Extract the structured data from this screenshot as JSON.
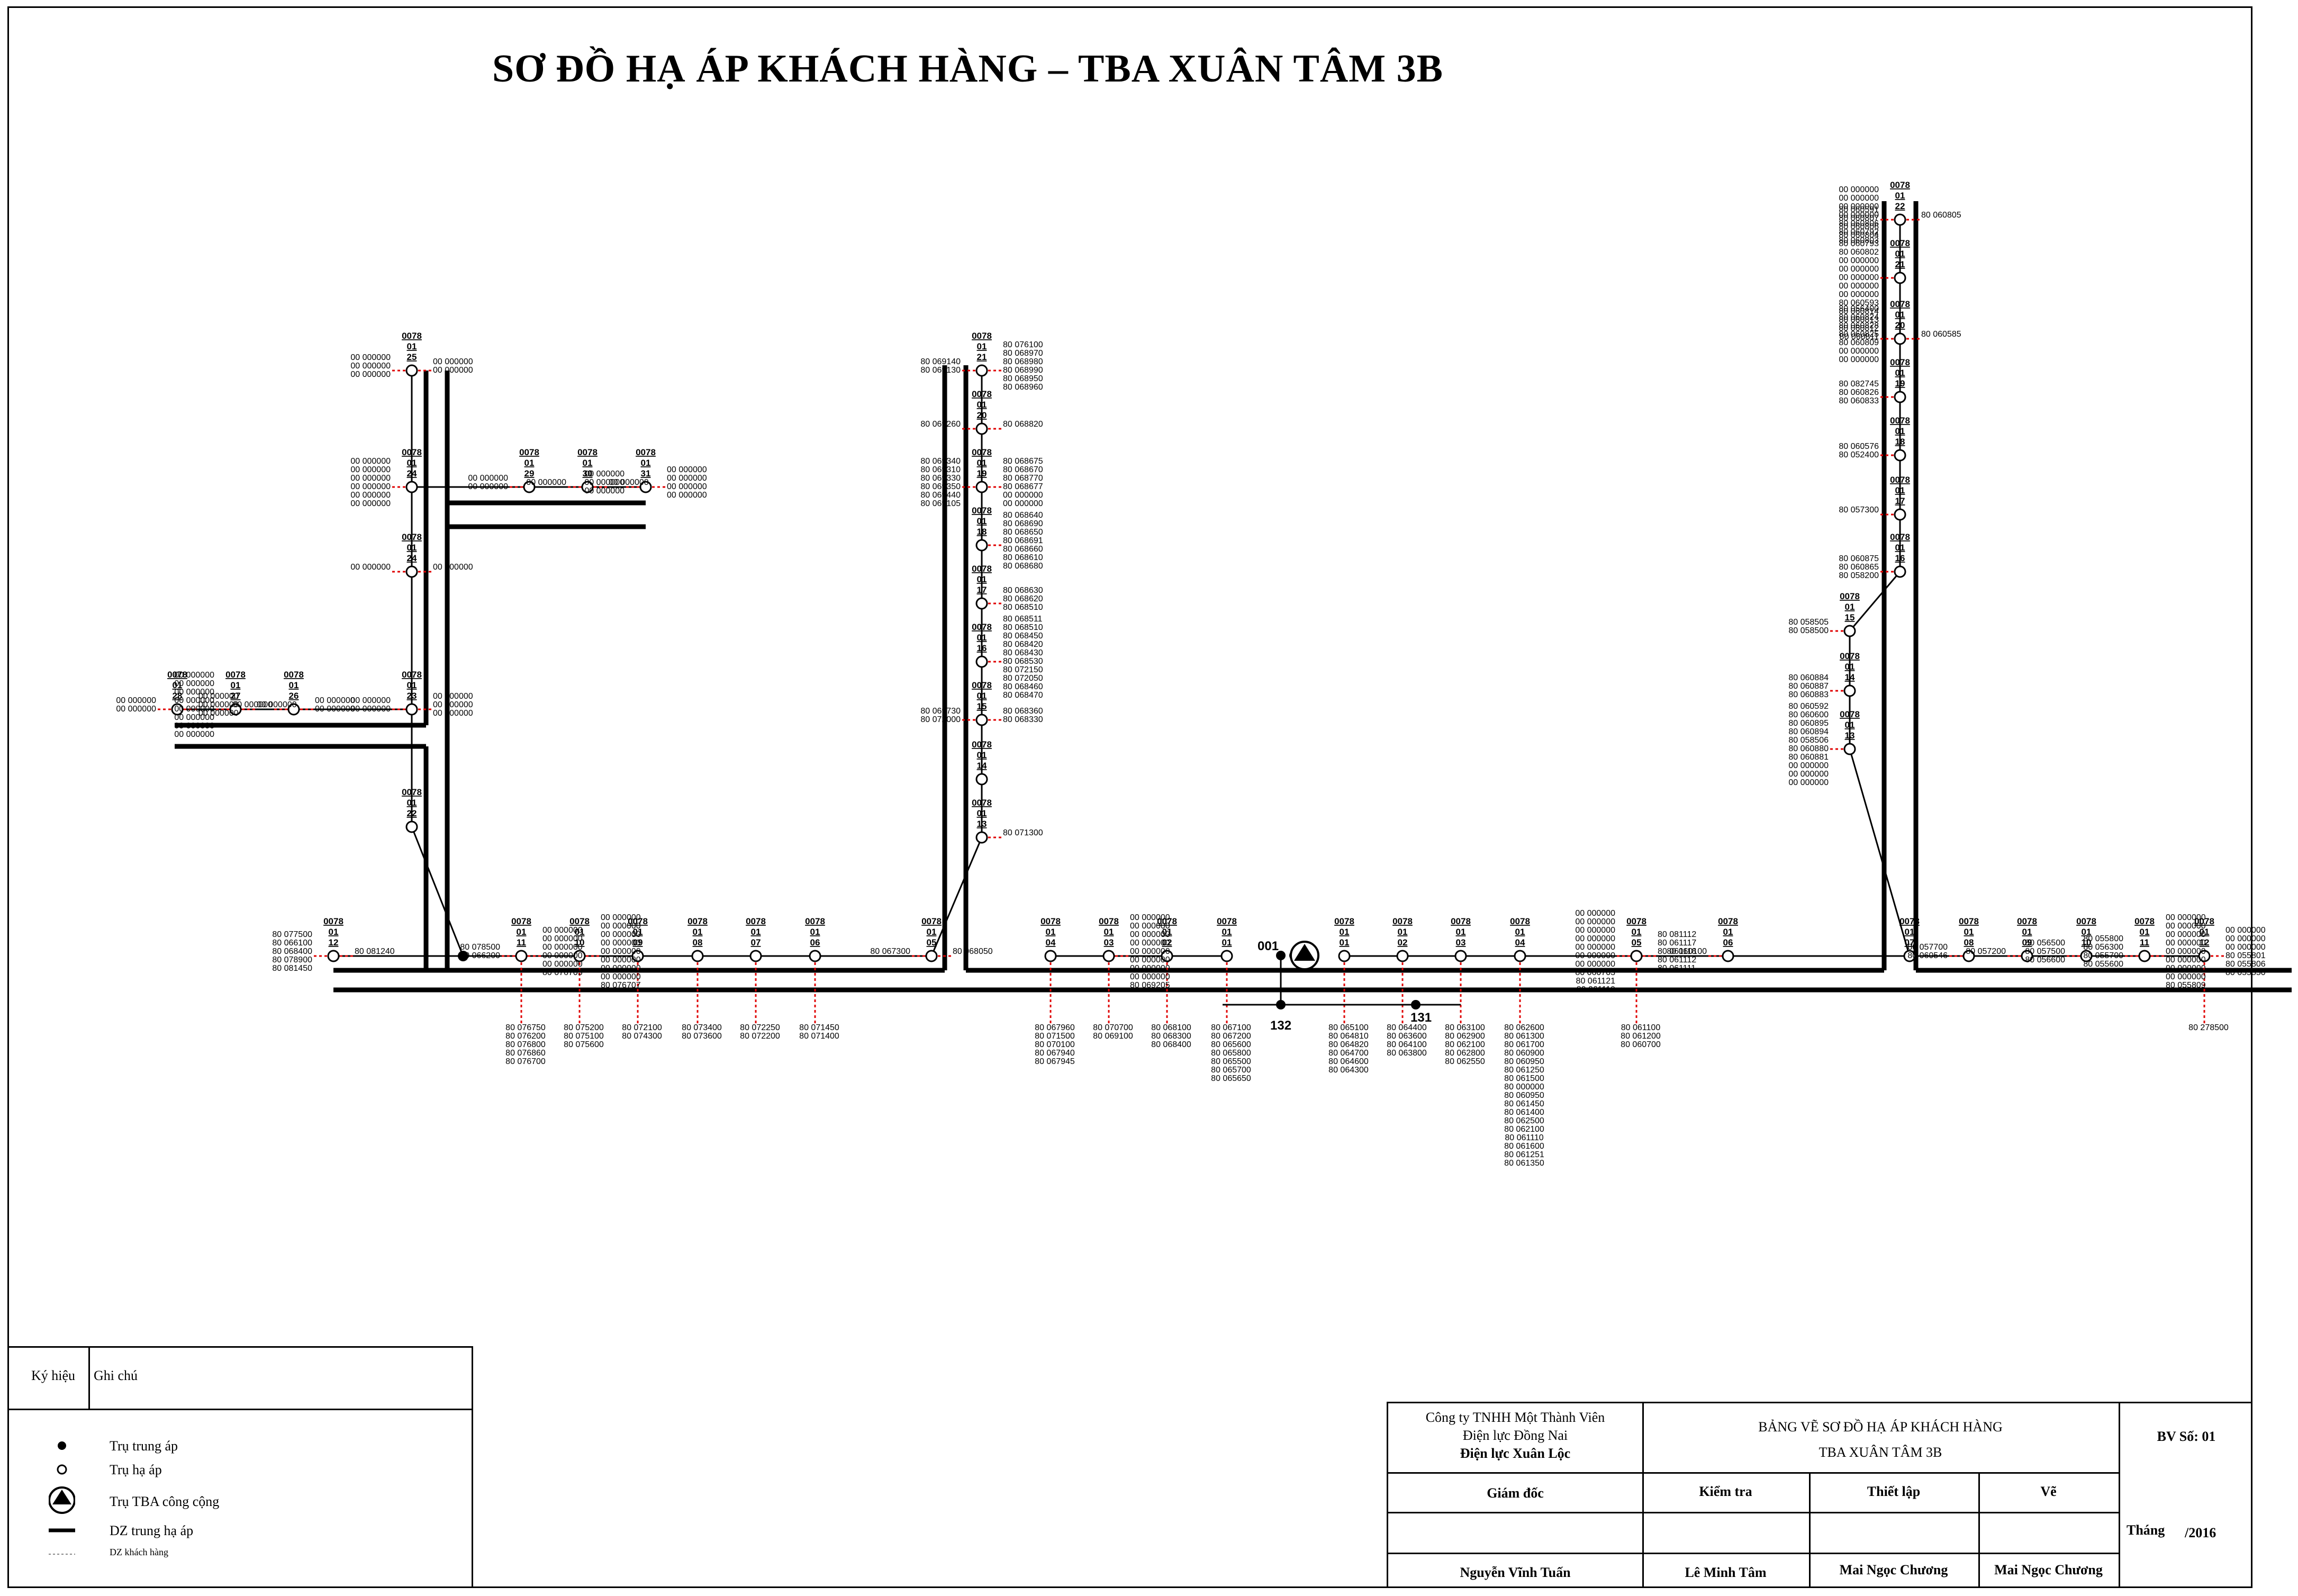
{
  "title": "SƠ ĐỒ HẠ ÁP KHÁCH HÀNG – TBA XUÂN TÂM 3B",
  "transformer_label": "001",
  "mv_poles": [
    "132",
    "131"
  ],
  "legend": {
    "col1": "Ký hiệu",
    "col2": "Ghi chú",
    "items": [
      {
        "symbol": "filled-dot-icon",
        "label": "Trụ trung áp"
      },
      {
        "symbol": "open-circle-icon",
        "label": "Trụ hạ áp"
      },
      {
        "symbol": "transformer-icon",
        "label": "Trụ TBA công cộng"
      },
      {
        "symbol": "thick-line-icon",
        "label": "DZ trung hạ áp"
      },
      {
        "symbol": "dashed-line-icon",
        "label": "DZ khách hàng"
      }
    ]
  },
  "title_block": {
    "company1": "Công ty TNHH Một Thành Viên",
    "company2": "Điện lực Đồng Nai",
    "company3": "Điện lực Xuân Lộc",
    "drawing1": "BẢNG VẼ SƠ ĐỒ HẠ ÁP KHÁCH HÀNG",
    "drawing2": "TBA XUÂN TÂM 3B",
    "sheet": "BV Số: 01",
    "role_director": "Giám đốc",
    "role_check": "Kiểm tra",
    "role_setup": "Thiết lập",
    "role_draw": "Vẽ",
    "name_director": "Nguyễn Vĩnh Tuấn",
    "name_check": "Lê Minh Tâm",
    "name_setup": "Mai Ngọc Chương",
    "name_draw": "Mai Ngọc Chương",
    "date_label": "Tháng",
    "date_value": "/2016"
  },
  "poles": [
    {
      "id": "L25",
      "code": [
        "0078",
        "01",
        "25"
      ],
      "left": [
        "00 000000",
        "00 000000",
        "00 000000"
      ],
      "right": [
        "00 000000",
        "00 000000"
      ]
    },
    {
      "id": "L24a",
      "code": [
        "0078",
        "01",
        "24"
      ],
      "left": [
        "00 000000",
        "00 000000",
        "00 000000",
        "00 000000",
        "00 000000",
        "00 000000"
      ],
      "right": []
    },
    {
      "id": "L29",
      "code": [
        "0078",
        "01",
        "29"
      ],
      "left": [
        "00 000000",
        "00 000000"
      ],
      "right": []
    },
    {
      "id": "L30",
      "code": [
        "0078",
        "01",
        "30"
      ],
      "left": [
        "00 000000"
      ],
      "right": [
        "00 000000"
      ]
    },
    {
      "id": "L31",
      "code": [
        "0078",
        "01",
        "31"
      ],
      "left": [
        "00 000000",
        "00 000000",
        "00 000000"
      ],
      "right": [
        "00 000000",
        "00 000000",
        "00 000000",
        "00 000000"
      ]
    },
    {
      "id": "L24b",
      "code": [
        "0078",
        "01",
        "24"
      ],
      "left": [
        "00 000000"
      ],
      "right": [
        "00 000000"
      ]
    },
    {
      "id": "L28",
      "code": [
        "0078",
        "01",
        "28"
      ],
      "left": [
        "00 000000",
        "00 000000"
      ],
      "right": [
        "00 000000",
        "00 000000",
        "00 000000"
      ]
    },
    {
      "id": "L27",
      "code": [
        "0078",
        "01",
        "27"
      ],
      "left": [
        "00 000000",
        "00 000000",
        "00 000000",
        "00 000000",
        "00 000000",
        "00 000000",
        "00 000000",
        "00 000000"
      ],
      "right": [
        "00 000000"
      ]
    },
    {
      "id": "L26",
      "code": [
        "0078",
        "01",
        "26"
      ],
      "left": [
        "00 000000"
      ],
      "right": [
        "00 000000",
        "00 000000"
      ]
    },
    {
      "id": "L23",
      "code": [
        "0078",
        "01",
        "23"
      ],
      "left": [
        "00 000000",
        "00 000000"
      ],
      "right": [
        "00 000000",
        "00 000000",
        "00 000000"
      ]
    },
    {
      "id": "L22",
      "code": [
        "0078",
        "01",
        "22"
      ],
      "left": [],
      "right": []
    },
    {
      "id": "L12",
      "code": [
        "0078",
        "01",
        "12"
      ],
      "left": [
        "80 077500",
        "80 066100",
        "80 068400",
        "80 078900",
        "80 081450"
      ],
      "right": [
        "80 081240"
      ]
    },
    {
      "id": "L11",
      "code": [
        "0078",
        "01",
        "11"
      ],
      "left": [
        "80 078500",
        "80 066200"
      ],
      "right": [
        "00 000000",
        "00 000000",
        "00 000000",
        "00 000000",
        "00 000000",
        "80 076705"
      ],
      "below": [
        "80 076750",
        "80 076200",
        "80 076800",
        "80 076860",
        "80 076700"
      ]
    },
    {
      "id": "L10",
      "code": [
        "0078",
        "01",
        "10"
      ],
      "left": [],
      "right": [
        "00 000000",
        "00 000000",
        "00 000000",
        "00 000000",
        "00 000000",
        "00 000000",
        "00 000000",
        "00 000000",
        "80 076707"
      ],
      "below": [
        "80 075200",
        "80 075100",
        "80 075600"
      ]
    },
    {
      "id": "L09",
      "code": [
        "0078",
        "01",
        "09"
      ],
      "below": [
        "80 072100",
        "80 074300"
      ]
    },
    {
      "id": "L08",
      "code": [
        "0078",
        "01",
        "08"
      ],
      "below": [
        "80 073400",
        "80 073600"
      ]
    },
    {
      "id": "L07",
      "code": [
        "0078",
        "01",
        "07"
      ],
      "below": [
        "80 072250",
        "80 072200"
      ]
    },
    {
      "id": "L06",
      "code": [
        "0078",
        "01",
        "06"
      ],
      "below": [
        "80 071450",
        "80 071400"
      ]
    },
    {
      "id": "L05",
      "code": [
        "0078",
        "01",
        "05"
      ],
      "left": [
        "80 067300"
      ],
      "right": [
        "80 068050"
      ]
    },
    {
      "id": "M21",
      "code": [
        "0078",
        "01",
        "21"
      ],
      "left": [
        "80 069140",
        "80 069130"
      ],
      "right": [
        "80 076100",
        "80 068970",
        "80 068980",
        "80 068990",
        "80 068950",
        "80 068960"
      ]
    },
    {
      "id": "M20",
      "code": [
        "0078",
        "01",
        "20"
      ],
      "left": [
        "80 069260"
      ],
      "right": [
        "80 068820"
      ]
    },
    {
      "id": "M19",
      "code": [
        "0078",
        "01",
        "19"
      ],
      "left": [
        "80 069340",
        "80 069310",
        "80 069330",
        "80 069350",
        "80 069440",
        "80 069105"
      ],
      "right": [
        "80 068675",
        "80 068670",
        "80 068770",
        "80 068677",
        "00 000000",
        "00 000000"
      ]
    },
    {
      "id": "M18",
      "code": [
        "0078",
        "01",
        "18"
      ],
      "right": [
        "80 068640",
        "80 068690",
        "80 068650",
        "80 068691",
        "80 068660",
        "80 068610",
        "80 068680"
      ]
    },
    {
      "id": "M17",
      "code": [
        "0078",
        "01",
        "17"
      ],
      "right": [
        "80 068630",
        "80 068620",
        "80 068510"
      ]
    },
    {
      "id": "M16",
      "code": [
        "0078",
        "01",
        "16"
      ],
      "right": [
        "80 068511",
        "80 068510",
        "80 068450",
        "80 068420",
        "80 068430",
        "80 068530",
        "80 072150",
        "80 072050",
        "80 068460",
        "80 068470"
      ]
    },
    {
      "id": "M15",
      "code": [
        "0078",
        "01",
        "15"
      ],
      "left": [
        "80 069730",
        "80 072000"
      ],
      "right": [
        "80 068360",
        "80 068330"
      ]
    },
    {
      "id": "M14",
      "code": [
        "0078",
        "01",
        "14"
      ]
    },
    {
      "id": "M13",
      "code": [
        "0078",
        "01",
        "13"
      ],
      "right": [
        "80 071300"
      ]
    },
    {
      "id": "M04",
      "code": [
        "0078",
        "01",
        "04"
      ],
      "below": [
        "80 067960",
        "80 071500",
        "80 070100",
        "80 067940",
        "80 067945"
      ]
    },
    {
      "id": "M03",
      "code": [
        "0078",
        "01",
        "03"
      ],
      "right": [
        "00 000000",
        "00 000000",
        "00 000000",
        "00 000000",
        "00 000000",
        "00 000000",
        "00 000000",
        "00 000000",
        "80 069205"
      ],
      "below": [
        "80 070700",
        "80 069100"
      ]
    },
    {
      "id": "M02",
      "code": [
        "0078",
        "01",
        "02"
      ],
      "below": [
        "80 068100",
        "80 068300",
        "80 068400"
      ]
    },
    {
      "id": "M01",
      "code": [
        "0078",
        "01",
        "01"
      ],
      "below": [
        "80 067100",
        "80 067200",
        "80 065600",
        "80 065800",
        "80 065500",
        "80 065700",
        "80 065650"
      ]
    },
    {
      "id": "R01",
      "code": [
        "0078",
        "01",
        "01"
      ],
      "below": [
        "80 065100",
        "80 064810",
        "80 064820",
        "80 064700",
        "80 064600",
        "80 064300"
      ]
    },
    {
      "id": "R02",
      "code": [
        "0078",
        "01",
        "02"
      ],
      "below": [
        "80 064400",
        "80 063600",
        "80 064100",
        "80 063800"
      ]
    },
    {
      "id": "R03",
      "code": [
        "0078",
        "01",
        "03"
      ],
      "below": [
        "80 063100",
        "80 062900",
        "80 062100",
        "80 062800",
        "80 062550"
      ]
    },
    {
      "id": "R04",
      "code": [
        "0078",
        "01",
        "04"
      ],
      "below": [
        "80 062600",
        "80 061300",
        "80 061700",
        "80 060900",
        "80 060950",
        "80 061250",
        "80 061500",
        "80 000000",
        "80 060950",
        "80 061450",
        "80 061400",
        "80 062500",
        "80 062100",
        "80 061110",
        "80 061600",
        "80 061251",
        "80 061350"
      ]
    },
    {
      "id": "R05",
      "code": [
        "0078",
        "01",
        "05"
      ],
      "left": [
        "00 000000",
        "00 000000",
        "00 000000",
        "00 000000",
        "00 000000",
        "00 000000",
        "00 000000",
        "80 060703",
        "80 061121",
        "80 061119"
      ],
      "right": [
        "80 081112",
        "80 061117",
        "80 061118",
        "80 061112",
        "80 061111"
      ],
      "below": [
        "80 061100",
        "80 061200",
        "80 060700"
      ]
    },
    {
      "id": "R06",
      "code": [
        "0078",
        "01",
        "06"
      ],
      "left": [
        "80 060100"
      ]
    },
    {
      "id": "R07",
      "code": [
        "0078",
        "01",
        "07"
      ]
    },
    {
      "id": "R08",
      "code": [
        "0078",
        "01",
        "08"
      ],
      "left": [
        "80 057700",
        "80 060546"
      ]
    },
    {
      "id": "R09",
      "code": [
        "0078",
        "01",
        "09"
      ],
      "left": [
        "80 057200"
      ]
    },
    {
      "id": "R10",
      "code": [
        "0078",
        "01",
        "10"
      ],
      "left": [
        "80 056500",
        "80 057500",
        "80 056600"
      ]
    },
    {
      "id": "R11",
      "code": [
        "0078",
        "01",
        "11"
      ],
      "left": [
        "80 055800",
        "80 056300",
        "80 055700",
        "80 055600"
      ],
      "right": [
        "00 000000",
        "00 000000",
        "00 000000",
        "00 000000",
        "00 000000",
        "00 000000",
        "00 000000",
        "00 000000",
        "80 055809"
      ]
    },
    {
      "id": "R12",
      "code": [
        "0078",
        "01",
        "12"
      ],
      "right": [
        "00 000000",
        "00 000000",
        "00 000000",
        "80 055801",
        "80 055806",
        "80 055550"
      ],
      "below": [
        "80 278500"
      ]
    },
    {
      "id": "R13",
      "code": [
        "0078",
        "01",
        "13"
      ],
      "left": [
        "80 060592",
        "80 060600",
        "80 060895",
        "80 060894",
        "80 058506",
        "80 060880",
        "80 060881",
        "00 000000",
        "00 000000",
        "00 000000"
      ]
    },
    {
      "id": "R14",
      "code": [
        "0078",
        "01",
        "14"
      ],
      "left": [
        "80 060884",
        "80 060887",
        "80 060883"
      ]
    },
    {
      "id": "R15",
      "code": [
        "0078",
        "01",
        "15"
      ],
      "left": [
        "80 058505",
        "80 058500"
      ]
    },
    {
      "id": "R16",
      "code": [
        "0078",
        "01",
        "16"
      ],
      "left": [
        "80 060875",
        "80 060865",
        "80 058200"
      ]
    },
    {
      "id": "R17",
      "code": [
        "0078",
        "01",
        "17"
      ],
      "left": [
        "80 057300"
      ]
    },
    {
      "id": "R18",
      "code": [
        "0078",
        "01",
        "18"
      ],
      "left": [
        "80 060576",
        "80 052400"
      ]
    },
    {
      "id": "R19",
      "code": [
        "0078",
        "01",
        "19"
      ],
      "left": [
        "80 082745",
        "80 060826",
        "80 060833"
      ]
    },
    {
      "id": "R20",
      "code": [
        "0078",
        "01",
        "20"
      ],
      "left": [
        "80 056400",
        "80 060824",
        "80 060828",
        "80 060825",
        "80 060809",
        "00 000000",
        "00 000000"
      ],
      "right": [
        "80 060585"
      ]
    },
    {
      "id": "R21",
      "code": [
        "0078",
        "01",
        "21"
      ],
      "left": [
        "80 060591",
        "80 060807",
        "80 060806",
        "80 060804",
        "80 060793",
        "80 060802",
        "00 000000",
        "00 000000",
        "00 000000",
        "00 000000",
        "00 000000",
        "80 060593",
        "80 060814",
        "80 060813",
        "80 060812",
        "80 060811"
      ]
    },
    {
      "id": "R22",
      "code": [
        "0078",
        "01",
        "22"
      ],
      "left": [
        "00 000000",
        "00 000000",
        "00 000000",
        "00 000000",
        "80 060806",
        "80 060792",
        "80 060803"
      ],
      "right": [
        "80 060805"
      ]
    }
  ]
}
